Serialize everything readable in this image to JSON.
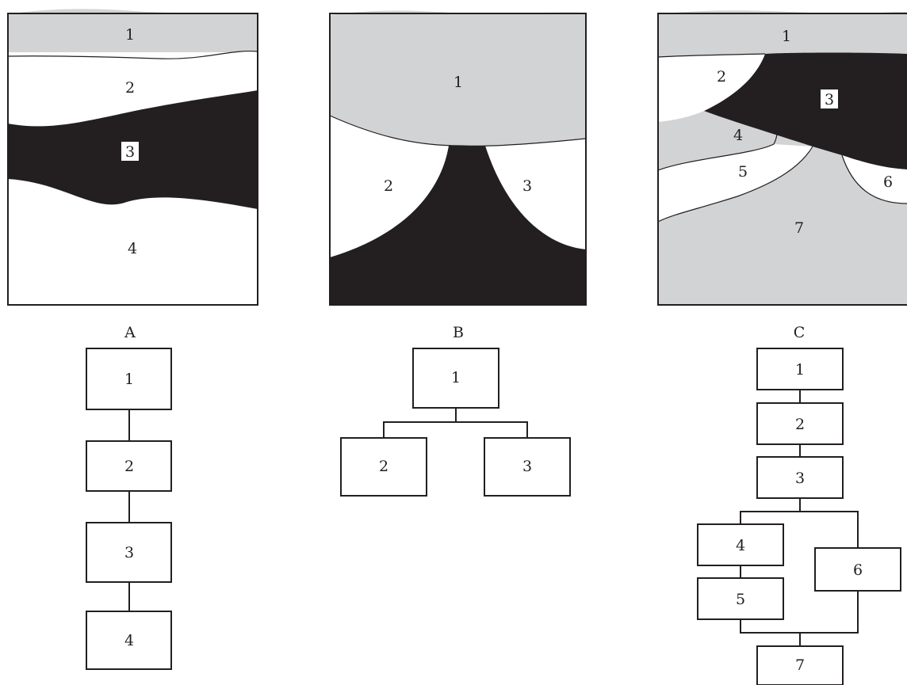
{
  "colors": {
    "light": "#d1d3d4",
    "dark": "#231f20",
    "white": "#ffffff",
    "line": "#231f20"
  },
  "panels": [
    {
      "caption": "A",
      "units": [
        {
          "label": "1",
          "fill": "light"
        },
        {
          "label": "2",
          "fill": "white"
        },
        {
          "label": "3",
          "fill": "dark"
        },
        {
          "label": "4",
          "fill": "white"
        }
      ],
      "tree": {
        "nodes": [
          "1",
          "2",
          "3",
          "4"
        ],
        "edges": [
          [
            "1",
            "2"
          ],
          [
            "2",
            "3"
          ],
          [
            "3",
            "4"
          ]
        ]
      }
    },
    {
      "caption": "B",
      "units": [
        {
          "label": "1",
          "fill": "light"
        },
        {
          "label": "2",
          "fill": "white"
        },
        {
          "label": "3",
          "fill": "white"
        }
      ],
      "tree": {
        "nodes": [
          "1",
          "2",
          "3"
        ],
        "edges": [
          [
            "1",
            "2"
          ],
          [
            "1",
            "3"
          ]
        ]
      }
    },
    {
      "caption": "C",
      "units": [
        {
          "label": "1",
          "fill": "light"
        },
        {
          "label": "2",
          "fill": "white"
        },
        {
          "label": "3",
          "fill": "dark"
        },
        {
          "label": "4",
          "fill": "light"
        },
        {
          "label": "5",
          "fill": "white"
        },
        {
          "label": "6",
          "fill": "white"
        },
        {
          "label": "7",
          "fill": "light"
        }
      ],
      "tree": {
        "nodes": [
          "1",
          "2",
          "3",
          "4",
          "5",
          "6",
          "7"
        ],
        "edges": [
          [
            "1",
            "2"
          ],
          [
            "2",
            "3"
          ],
          [
            "3",
            "4"
          ],
          [
            "3",
            "6"
          ],
          [
            "4",
            "5"
          ],
          [
            "5",
            "7"
          ],
          [
            "6",
            "7"
          ]
        ]
      }
    }
  ]
}
